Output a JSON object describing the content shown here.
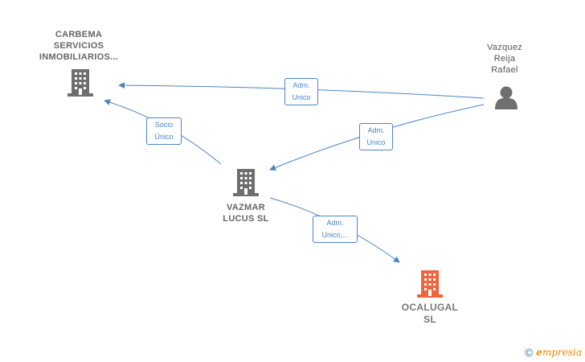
{
  "nodes": {
    "carbema": {
      "label": "CARBEMA\nSERVICIOS\nINMOBILIARIOS..."
    },
    "vazquez": {
      "label": "Vazquez\nReija\nRafael"
    },
    "vazmar": {
      "label": "VAZMAR\nLUCUS  SL"
    },
    "ocalugal": {
      "label": "OCALUGAL\nSL"
    }
  },
  "edges": {
    "vazquez_carbema": "Adm.\nUnico",
    "vazquez_vazmar": "Adm.\nUnico",
    "vazmar_carbema": "Socio\nÚnico",
    "vazmar_ocalugal": "Adm.\nUnico,..."
  },
  "footer": {
    "copyright": "©",
    "brand_rest": "mpresia",
    "brand_initial": "e"
  },
  "colors": {
    "edge": "#4a86c8",
    "building": "#6e6e6e",
    "building_highlight": "#f0643c",
    "person": "#6e6e6e"
  }
}
